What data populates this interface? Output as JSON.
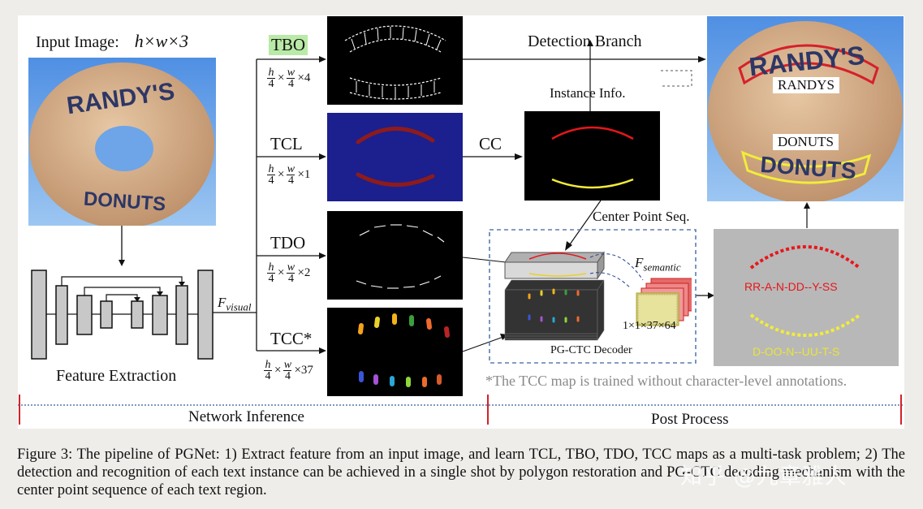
{
  "figure": {
    "input_image_label": "Input Image:",
    "input_image_dims": "h×w×3",
    "feature_extraction_label": "Feature Extraction",
    "f_visual_label": "F",
    "f_visual_sub": "visual",
    "maps": [
      {
        "name": "TBO",
        "dim_last": "×4"
      },
      {
        "name": "TCL",
        "dim_last": "×1"
      },
      {
        "name": "TDO",
        "dim_last": "×2"
      },
      {
        "name": "TCC*",
        "dim_last": "×37"
      }
    ],
    "frac_num_h": "h",
    "frac_num_w": "w",
    "frac_den": "4",
    "times": "×",
    "cc_label": "CC",
    "detection_branch_label": "Detection Branch",
    "instance_info_label": "Instance Info.",
    "center_point_seq_label": "Center Point Seq.",
    "f_semantic_label": "F",
    "f_semantic_sub": "semantic",
    "semantic_dims": "1×1×37×64",
    "decoder_label": "PG-CTC Decoder",
    "decoded_top": "RR-A-N-DD--Y-SS",
    "decoded_bottom": "D-OO-N--UU-T-S",
    "result_word_1": "RANDYS",
    "result_word_2": "DONUTS",
    "footnote": "*The TCC map is trained without character-level annotations.",
    "stage_left": "Network Inference",
    "stage_right": "Post Process",
    "donut_text_top": "RANDY'S",
    "donut_text_bottom": "DONUTS"
  },
  "caption": {
    "text": "Figure 3: The pipeline of PGNet: 1) Extract feature from an input image, and learn TCL, TBO, TDO, TCC maps as a multi-task problem; 2) The detection and recognition of each text instance can be achieved in a single shot by polygon restoration and PG-CTC decoding mechanism with the center point sequence of each text region."
  },
  "watermark": "知乎 @九章雅人",
  "colors": {
    "tbo_highlight": "#b9eaa6",
    "tcl_bg": "#1c1f8e",
    "tcl_stroke": "#8e1b1b",
    "red_arc": "#e8161b",
    "yellow_arc": "#f2ec3a",
    "dashed_box": "#5a7db0"
  }
}
